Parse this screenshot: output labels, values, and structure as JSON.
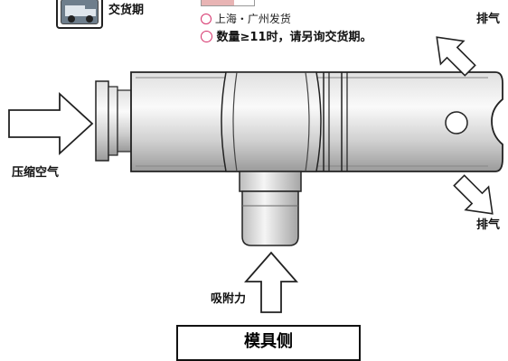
{
  "delivery": {
    "label": "交货期",
    "note1": "上海・广州发货",
    "note2": "数量≥11时，请另询交货期。"
  },
  "labels": {
    "exhaust_top": "排气",
    "exhaust_bottom": "排气",
    "compressed_air": "压缩空气",
    "suction": "吸附力",
    "mold_side": "模具侧"
  },
  "icons": [
    "truck-icon",
    "lightbulb-icon"
  ],
  "colors": {
    "badge": "#e8b4b4",
    "note_icon": "#d6336c"
  }
}
